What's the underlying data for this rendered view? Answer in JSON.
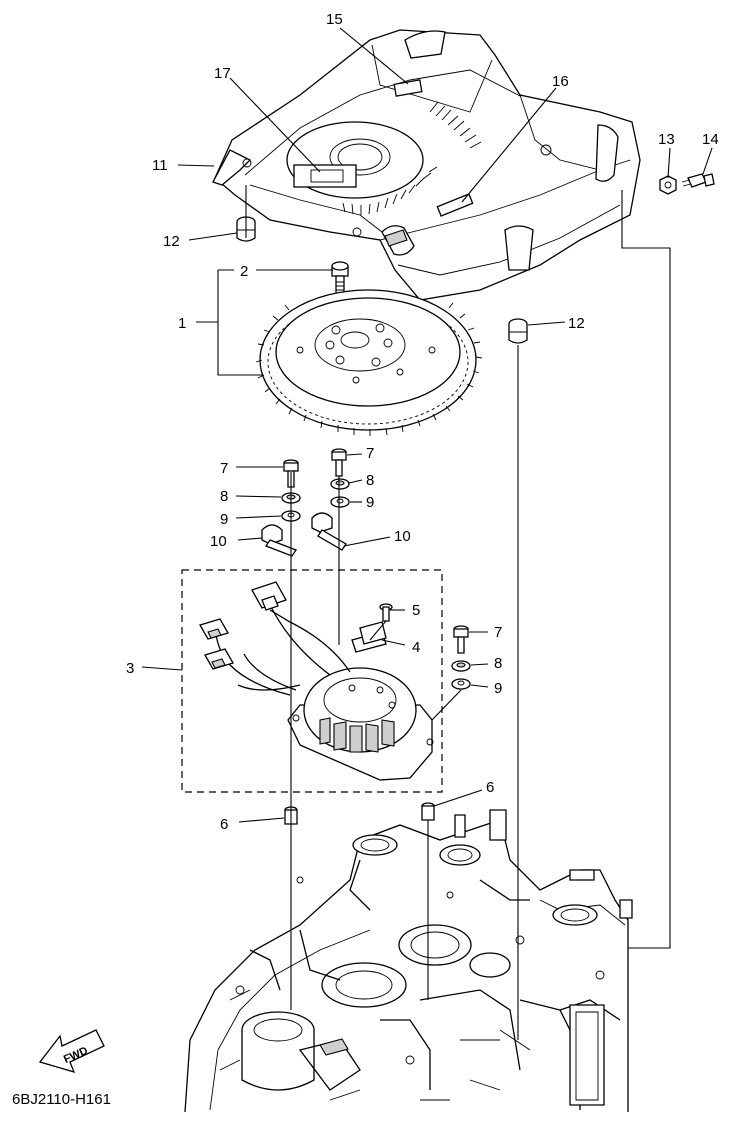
{
  "callouts": [
    {
      "id": "c1",
      "label": "1"
    },
    {
      "id": "c2",
      "label": "2"
    },
    {
      "id": "c3",
      "label": "3"
    },
    {
      "id": "c4",
      "label": "4"
    },
    {
      "id": "c5",
      "label": "5"
    },
    {
      "id": "c6a",
      "label": "6"
    },
    {
      "id": "c6b",
      "label": "6"
    },
    {
      "id": "c7a",
      "label": "7"
    },
    {
      "id": "c7b",
      "label": "7"
    },
    {
      "id": "c7c",
      "label": "7"
    },
    {
      "id": "c8a",
      "label": "8"
    },
    {
      "id": "c8b",
      "label": "8"
    },
    {
      "id": "c8c",
      "label": "8"
    },
    {
      "id": "c9a",
      "label": "9"
    },
    {
      "id": "c9b",
      "label": "9"
    },
    {
      "id": "c9c",
      "label": "9"
    },
    {
      "id": "c10a",
      "label": "10"
    },
    {
      "id": "c10b",
      "label": "10"
    },
    {
      "id": "c11",
      "label": "11"
    },
    {
      "id": "c12a",
      "label": "12"
    },
    {
      "id": "c12b",
      "label": "12"
    },
    {
      "id": "c13",
      "label": "13"
    },
    {
      "id": "c14",
      "label": "14"
    },
    {
      "id": "c15",
      "label": "15"
    },
    {
      "id": "c16",
      "label": "16"
    },
    {
      "id": "c17",
      "label": "17"
    }
  ],
  "fwd_label": "FWD",
  "diagram_code": "6BJ2110-H161"
}
